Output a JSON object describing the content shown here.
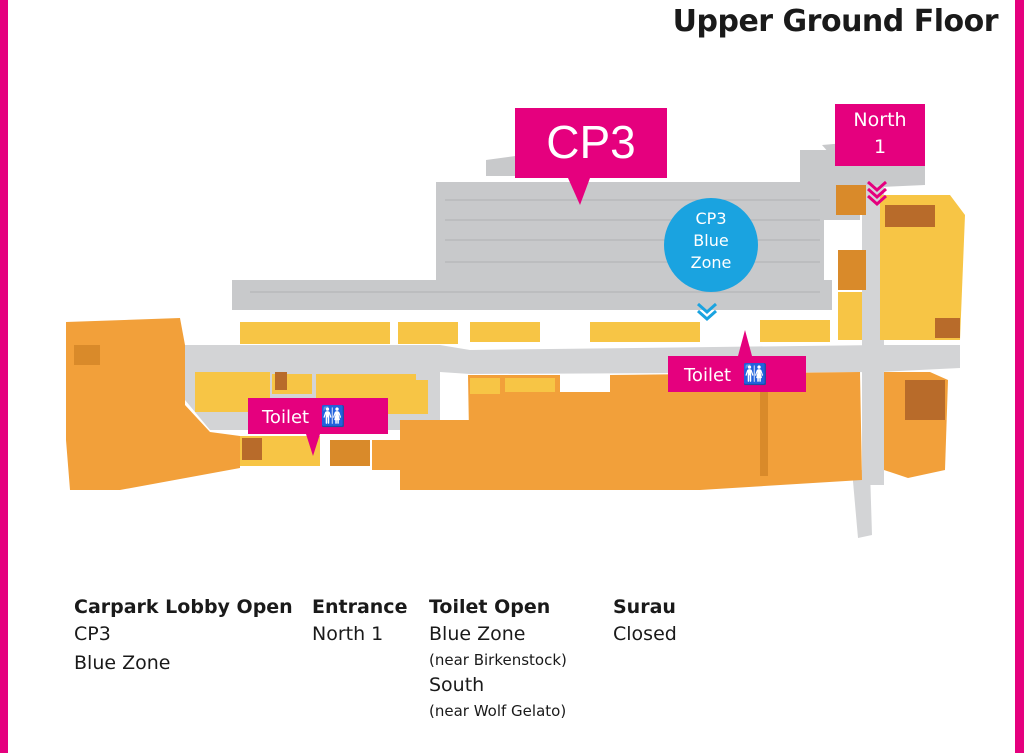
{
  "colors": {
    "frame": "#e5007e",
    "callout": "#e5007e",
    "blue_zone": "#1aa3e0",
    "carpark": "#c8c9cb",
    "corridor": "#d3d4d6",
    "shop_light": "#f7c545",
    "shop_orange": "#f2a03a",
    "shop_dark": "#d98a2a",
    "shop_brown": "#b86b2a",
    "toilet_icon": "#f7c545"
  },
  "header": {
    "title": "Upper Ground Floor"
  },
  "map": {
    "callouts": {
      "cp3": "CP3",
      "north_1_line1": "North",
      "north_1_line2": "1",
      "blue_zone_line1": "CP3",
      "blue_zone_line2": "Blue",
      "blue_zone_line3": "Zone",
      "toilet_south": "Toilet",
      "toilet_blue": "Toilet"
    },
    "icons": {
      "toilet": "toilet-icon",
      "entrance_arrow": "chevron-down-icon"
    }
  },
  "legend": {
    "carpark": {
      "heading": "Carpark Lobby Open",
      "items": [
        "CP3",
        "Blue Zone"
      ]
    },
    "entrance": {
      "heading": "Entrance",
      "items": [
        "North 1"
      ]
    },
    "toilet": {
      "heading": "Toilet Open",
      "items": [
        {
          "name": "Blue Zone",
          "note": "(near Birkenstock)"
        },
        {
          "name": "South",
          "note": "(near Wolf Gelato)"
        }
      ]
    },
    "surau": {
      "heading": "Surau",
      "items": [
        "Closed"
      ]
    }
  }
}
